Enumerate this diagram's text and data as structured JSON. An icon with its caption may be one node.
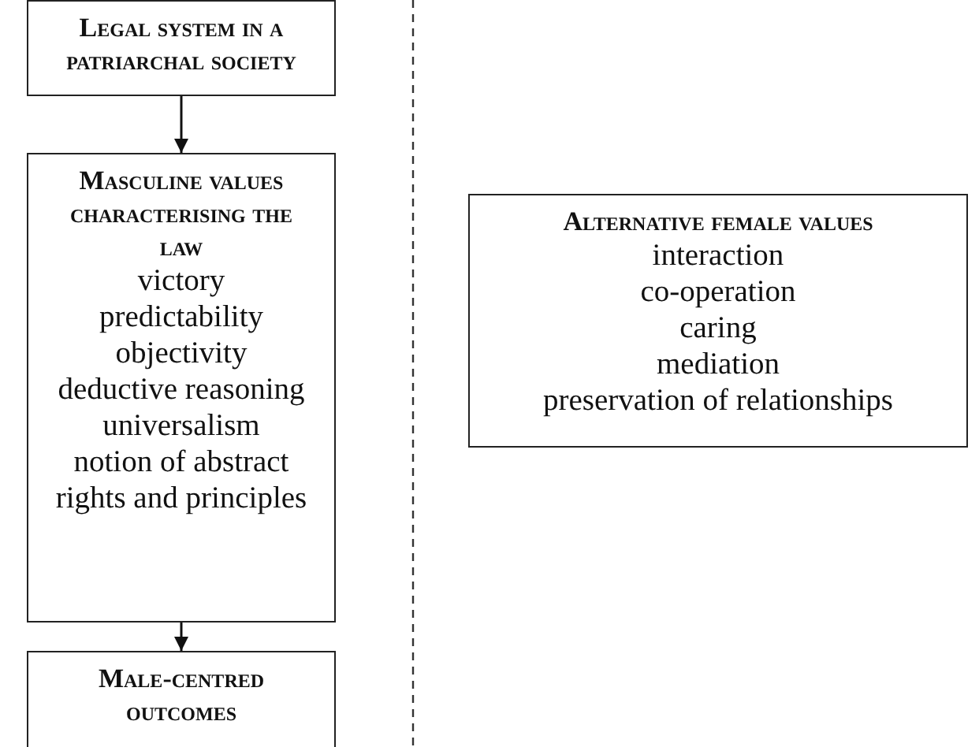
{
  "diagram": {
    "nodes": [
      {
        "text": [
          "Legal system in a patriarchal society"
        ]
      },
      {
        "text": [
          "Masculine values characterising the law",
          "victory",
          "predictability",
          "objectivity",
          "deductive reasoning",
          "universalism",
          "notion of abstract rights and principles"
        ]
      },
      {
        "text": [
          "Male-centred outcomes"
        ]
      },
      {
        "text": [
          "Alternative female values",
          "interaction",
          "co-operation",
          "caring",
          "mediation",
          "preservation of relationships"
        ]
      }
    ],
    "edges": [
      {
        "from": 0,
        "to": 1,
        "arrow": "to"
      },
      {
        "from": 1,
        "to": 2,
        "arrow": "to"
      }
    ]
  }
}
